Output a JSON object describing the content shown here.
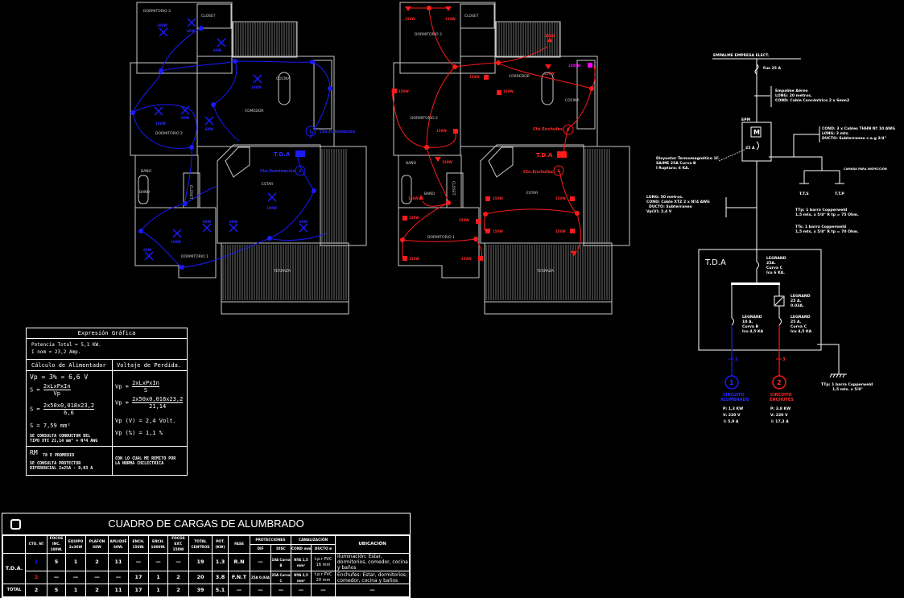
{
  "colors": {
    "background": "#000000",
    "walls": "#c8c8c8",
    "lighting_circuit": "#1a1aff",
    "outlet_circuit": "#ff1a1a",
    "special_outlet": "#ff00ff"
  },
  "plan_lighting": {
    "rooms": [
      "DORMITORIO 3",
      "CLOSET",
      "COCINA",
      "COMEDOR",
      "DORMITORIO 2",
      "BAÑO",
      "BAÑO",
      "CLOSET",
      "ESTAR",
      "DORMITORIO 1",
      "TERRAZA"
    ],
    "circuit_label_1": "Cto.Iluminación",
    "circuit_label_2": "Cto.Iluminación",
    "panel": "T.D.A",
    "circuit_number": "1",
    "lamp_watts": [
      "100W",
      "60W",
      "100W",
      "60W",
      "100W",
      "60W",
      "60W",
      "100W",
      "60W",
      "60W",
      "60W",
      "100W",
      "60W"
    ]
  },
  "plan_outlets": {
    "rooms": [
      "DORMITORIO 3",
      "CLOSET",
      "CORREDOR",
      "COCINA",
      "DORMITORIO 2",
      "BAÑO",
      "BAÑO",
      "CLOSET",
      "ESTAR",
      "DORMITORIO 1",
      "TERRAZA"
    ],
    "circuit_label_1": "Cto.Enchufes",
    "circuit_label_2": "Cto.Enchufes",
    "panel": "T.D.A",
    "circuit_number": "2",
    "outlet_watts": [
      "150W",
      "150W",
      "150W",
      "150W",
      "150W",
      "150W",
      "150W",
      "150W",
      "150W",
      "150W",
      "150W",
      "150W",
      "150W",
      "150W",
      "150W",
      "150W",
      "150W",
      "150W"
    ],
    "special_outlet": "1000W"
  },
  "single_line": {
    "supply": "EMPALME EMPRESA ELECT.",
    "fuse": "Fus 25 A",
    "service": [
      "Empalme Aéreo",
      "LONG: 20 metros.",
      "COND: Cable Concéntrico 2 x 6mm2"
    ],
    "meter_box": "EPM",
    "meter": "M",
    "meter_breaker": "25 A",
    "breaker_note": [
      "Disyuntor Termomagnético 1F.",
      "SAIME 25A Curva B",
      "I Ruptura: 6 KA."
    ],
    "ground_cond": [
      "COND: 3 x Cables THHN Nº 10 AWG",
      "LONG: 3 mts.",
      "DUCTO: Subterraneo c.a.g 3/4\""
    ],
    "ground_box": "CAMARA PARA INSPECCIÓN",
    "tts": "T.T.S",
    "ttp": "T.T.P",
    "ttp_note": [
      "TTp: 1 barra Copperweld",
      "1,5 mts. x 5/8\" R tp = 75 Ohm."
    ],
    "tts_note": [
      "TTs: 1 barra Copperweld",
      "1,5 mts. x 5/8\" R tp = 70 Ohm."
    ],
    "feeder": [
      "LONG: 50 metros.",
      "COND: Cable XTZ 2 x Nº4 AWG",
      "DUCTO: Subterraneo",
      "Vp(V): 2,4 V"
    ],
    "panel": "T.D.A",
    "main_breaker": [
      "LEGRAND",
      "25A.",
      "Curva C",
      "Icu 6 KA."
    ],
    "differential": [
      "LEGRAND",
      "25 A.",
      "0.03A."
    ],
    "breaker_1": [
      "LEGRAND",
      "10 A.",
      "Curva B",
      "Icu 4,5 KA"
    ],
    "breaker_2": [
      "LEGRAND",
      "25 A.",
      "Curva C",
      "Icu 4,5 KA"
    ],
    "wires_1": "2",
    "wires_2": "3",
    "circuit_1": {
      "num": "1",
      "name": [
        "CIRCUITO",
        "ALUMBRADO"
      ],
      "data": [
        "P: 1,3 KW",
        "V: 220 V",
        "I: 5,9 A"
      ]
    },
    "circuit_2": {
      "num": "2",
      "name": [
        "CIRCUITO",
        "ENCHUFES"
      ],
      "data": [
        "P: 3,8 KW",
        "V: 220 V",
        "I: 17,3 A"
      ]
    },
    "panel_ground": [
      "TTp: 1 barra Copperweld",
      "1,5 mts. x 5/8\""
    ]
  },
  "calc": {
    "title": "Expresión Gráfica",
    "power": "Potencia Total = 5,1 KW.",
    "current": "I nom = 23,2 Amp.",
    "left_head": "Cálculo de Alimentador",
    "right_head": "Voltaje de Perdida.",
    "vp": "Vp = 3% = 6,6 V",
    "s_lbl": "S =",
    "s_num": "2xLxPxIn",
    "s_den": "Vp",
    "s2_lbl": "S =",
    "s2_num": "2x50x0,018x23,2",
    "s2_den": "6,6",
    "s3": "S =   7,59 mm²",
    "note1": [
      "SE CONSULTA CONDUCTOR DEL",
      "TIPO XTI 21,14 mm² = Nº4 AWG"
    ],
    "vp1_lbl": "Vp =",
    "vp1_num": "2xLxPxIn",
    "vp1_den": "S",
    "vp2_lbl": "Vp =",
    "vp2_num": "2x50x0,018x23,2",
    "vp2_den": "21,14",
    "vpv": "Vp (V) =   2,4 Volt.",
    "vpp": "Vp (%) =   1,1 %",
    "rm": "RM",
    "rm_note": "78 E PROMEDIO",
    "note2": [
      "SE CONSULTA PROTECTOR",
      "DIFERENCIAL 2x25A - 0,03 A"
    ],
    "note3": [
      "CON LO CUAL ME REMITO POR",
      "LA NORMA CHILECTRICA"
    ]
  },
  "table": {
    "title": "CUADRO DE CARGAS DE ALUMBRADO",
    "headers": [
      "CTO. Nº",
      "FOCOS INC. 100W.",
      "EQUIPO 2x36W",
      "PLAFÓN 60W",
      "APLIQUÉ 60W.",
      "ENCH. 150W.",
      "ENCH. 1000W.",
      "FOCOS EXT. 150W",
      "TOTAL CENTROS",
      "POT. (KW)",
      "FASE",
      "PROTECCIONES",
      "CANALIZACIÓN",
      "UBICACIÓN"
    ],
    "sub_headers": [
      "DIF",
      "DISC",
      "COND mm²",
      "DUCTO ø"
    ],
    "group": "T.D.A.",
    "rows": [
      [
        "1",
        "5",
        "1",
        "2",
        "11",
        "—",
        "—",
        "—",
        "19",
        "1.3",
        "R.N",
        "—",
        "10A Curva B",
        "NYA 1,5 mm²",
        "t.p.r PVC 16 mm",
        "Iluminación: Estar, dormitorios, comedor, cocina y baños"
      ],
      [
        "2",
        "—",
        "—",
        "—",
        "—",
        "17",
        "1",
        "2",
        "20",
        "3.8",
        "F.N.T",
        "25A 0,03A",
        "25A Curva C",
        "NYA 2,5 mm²",
        "t.p.r PVC 20 mm",
        "Enchufes: Estar, dormitorios, comedor, cocina y baños"
      ]
    ],
    "total": [
      "TOTAL",
      "2",
      "5",
      "1",
      "2",
      "11",
      "17",
      "1",
      "2",
      "39",
      "5.1",
      "—",
      "—",
      "—",
      "—",
      "—",
      "—"
    ]
  }
}
